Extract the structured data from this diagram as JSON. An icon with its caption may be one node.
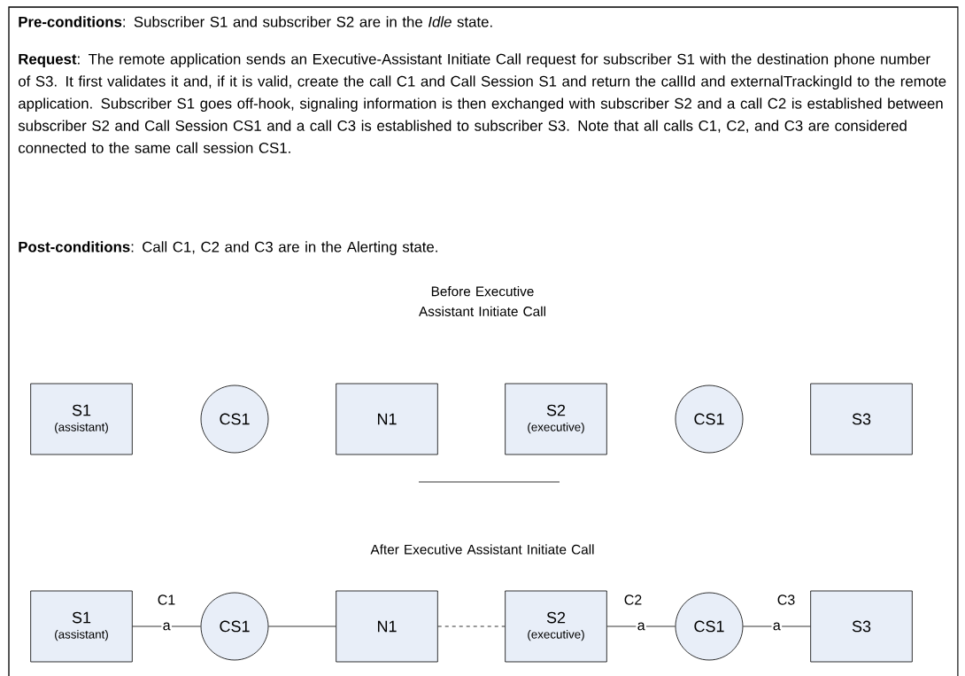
{
  "diagram": {
    "nodes": [
      {
        "text": [
          "S1",
          "(assistant)"
        ]
      },
      {
        "text": [
          "CS1"
        ]
      },
      {
        "text": [
          "N1"
        ]
      },
      {
        "text": [
          "S2",
          "(executive)"
        ]
      },
      {
        "text": [
          "CS1"
        ]
      },
      {
        "text": [
          "S3"
        ]
      },
      {
        "text": [
          "S1",
          "(assistant)"
        ]
      },
      {
        "text": [
          "CS1"
        ]
      },
      {
        "text": [
          "N1"
        ]
      },
      {
        "text": [
          "S2",
          "(executive)"
        ]
      },
      {
        "text": [
          "CS1"
        ]
      },
      {
        "text": [
          "S3"
        ]
      }
    ],
    "edges": [
      {
        "from": 6,
        "to": 7,
        "arrow": "none",
        "label": "a"
      },
      {
        "from": 7,
        "to": 8,
        "arrow": "none"
      },
      {
        "from": 8,
        "to": 9,
        "arrow": "none",
        "style": "dashed"
      },
      {
        "from": 9,
        "to": 10,
        "arrow": "none",
        "label": "a"
      },
      {
        "from": 10,
        "to": 11,
        "arrow": "none",
        "label": "a"
      }
    ],
    "labels": [
      "**Pre-conditions**:  Subscriber S1 and subscriber S2 are in the *Idle* state.",
      "**Request**:  The remote application sends an Executive-Assistant Initiate Call request for subscriber S1 with the destination phone number of S3.  It first validates it and, if it is valid, create the call C1 and Call Session S1 and return the callId and externalTrackingId to the remote application.  Subscriber S1 goes off-hook, signaling information is then exchanged with subscriber S2 and a call C2 is established between subscriber S2 and Call Session CS1 and a call C3 is established to subscriber S3.  Note that all calls C1, C2, and C3 are considered connected to the same call session CS1.",
      "**Post-conditions**:  Call C1, C2 and C3 are in the Alerting state.",
      "Before Executive Assistant Initiate Call",
      "After Executive Assistant Initiate Call",
      "C1",
      "C2",
      "C3"
    ]
  }
}
